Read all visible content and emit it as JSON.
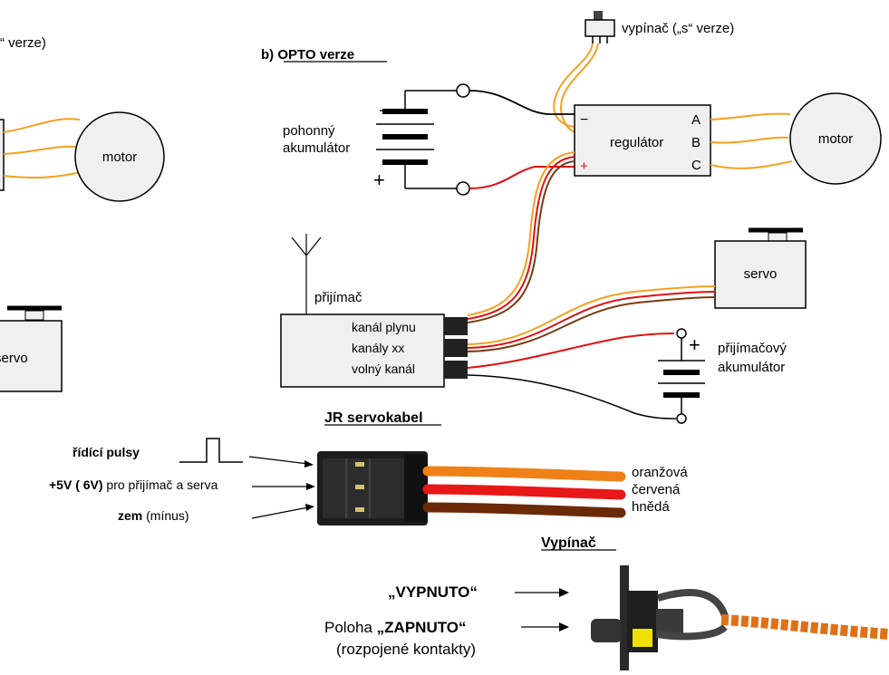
{
  "left_partial": {
    "verze_fragment": "“ verze)",
    "motor": "motor",
    "servo": "servo"
  },
  "opto": {
    "heading": "b) OPTO verze",
    "switch_label": "vypínač („s“ verze)",
    "battery_label_line1": "pohonný",
    "battery_label_line2": "akumulátor",
    "battery_minus": "−",
    "battery_plus": "+",
    "regulator": {
      "title": "regulátor",
      "minus": "−",
      "plus": "+",
      "out_a": "A",
      "out_b": "B",
      "out_c": "C"
    },
    "motor": "motor",
    "servo": "servo",
    "receiver": {
      "title": "přijímač",
      "channel_1": "kanál plynu",
      "channel_2": "kanály xx",
      "channel_3": "volný kanál"
    },
    "rx_battery_line1": "přijímačový",
    "rx_battery_line2": "akumulátor",
    "rx_battery_plus": "+"
  },
  "jr_cable": {
    "heading": "JR servokabel",
    "pin_signal_bold": "řídící pulsy",
    "pin_power_bold": "+5V ( 6V)",
    "pin_power_rest": " pro přijímač a serva",
    "pin_ground_bold": "zem",
    "pin_ground_rest": " (mínus)",
    "wire_colors": [
      "oranžová",
      "červená",
      "hnědá"
    ]
  },
  "switch_detail": {
    "heading": "Vypínač",
    "off_label": "„VYPNUTO“",
    "on_prefix": "Poloha ",
    "on_label": "„ZAPNUTO“",
    "on_note": "(rozpojené kontakty)"
  },
  "colors": {
    "signal_orange": "#f5a020",
    "power_red": "#e01010",
    "ground_brown": "#7a3a10",
    "box_fill": "#f0f0f0"
  }
}
